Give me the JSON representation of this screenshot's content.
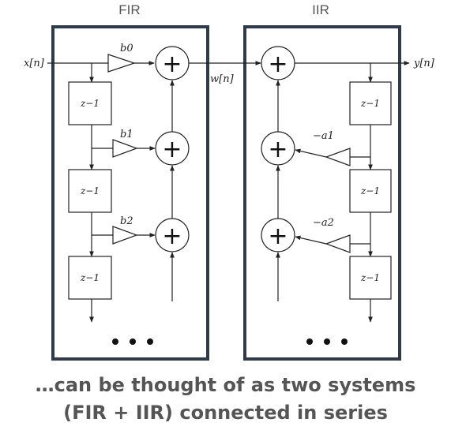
{
  "fir": {
    "title": "FIR",
    "gains": [
      "b0",
      "b1",
      "b2"
    ]
  },
  "iir": {
    "title": "IIR",
    "gains": [
      "−a1",
      "−a2"
    ]
  },
  "signals": {
    "input": "x[n]",
    "intermediate": "w[n]",
    "output": "y[n]"
  },
  "delay_label": "z−1",
  "adder_symbol": "+",
  "caption": {
    "line1": "…can be thought of as two systems",
    "line2": "(FIR + IIR) connected in series"
  },
  "colors": {
    "panel_border": "#2f3a4a",
    "caption_text": "#555555",
    "line": "#222222"
  }
}
